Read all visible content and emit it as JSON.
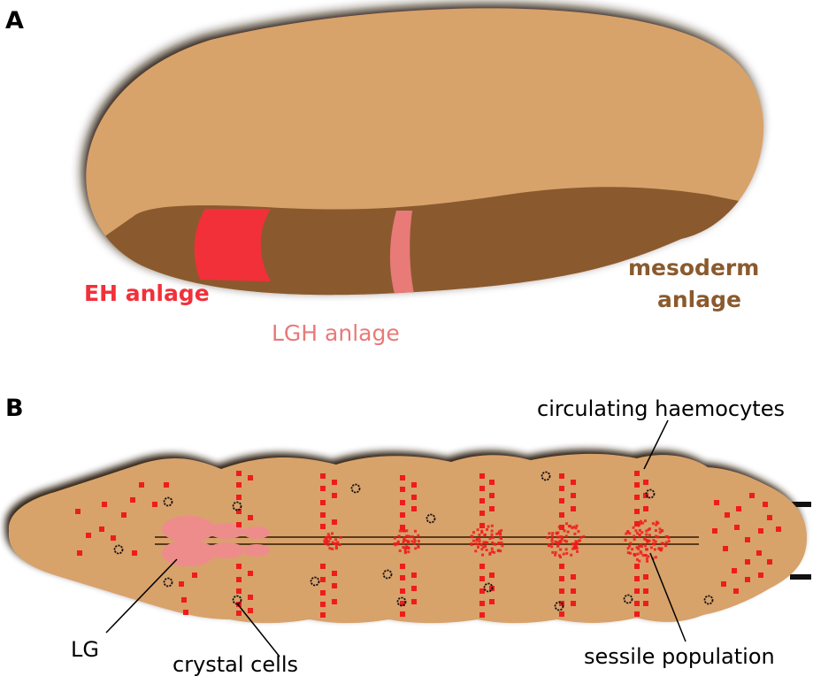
{
  "panels": {
    "a": {
      "letter": "A",
      "labels": {
        "eh_anlage": "EH anlage",
        "lgh_anlage": "LGH anlage",
        "mesoderm_line1": "mesoderm",
        "mesoderm_line2": "anlage"
      }
    },
    "b": {
      "letter": "B",
      "labels": {
        "circulating": "circulating haemocytes",
        "lg": "LG",
        "crystal": "crystal cells",
        "sessile": "sessile population"
      }
    }
  },
  "colors": {
    "embryo": "#d8a26b",
    "shadow": "#2a1a0a",
    "mesoderm": "#8a5a2e",
    "eh": "#f2303a",
    "lgh": "#e87a78",
    "larva_body": "#d8a26b",
    "haemocyte": "#ee1c1c",
    "lymph_gland": "#ee8c8c",
    "crystal_cell": "#111111"
  }
}
